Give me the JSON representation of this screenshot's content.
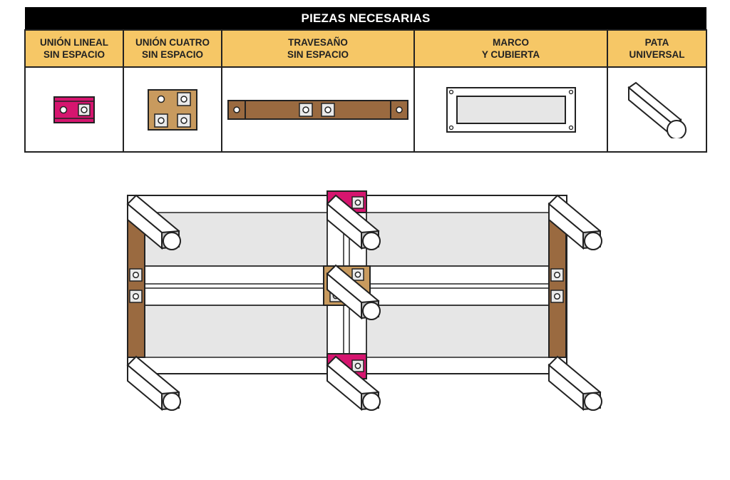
{
  "title": "PIEZAS NECESARIAS",
  "parts": [
    {
      "label": "UNIÓN LINEAL\nSIN ESPACIO",
      "icon": "linear-joint-icon"
    },
    {
      "label": "UNIÓN CUATRO\nSIN ESPACIO",
      "icon": "four-way-joint-icon"
    },
    {
      "label": "TRAVESAÑO\nSIN ESPACIO",
      "icon": "crossbar-icon"
    },
    {
      "label": "MARCO\nY CUBIERTA",
      "icon": "frame-and-cover-icon"
    },
    {
      "label": "PATA\nUNIVERSAL",
      "icon": "universal-leg-icon"
    }
  ],
  "colors": {
    "header_bg": "#000000",
    "part_header_bg": "#f6c766",
    "linear_joint": "#d6156f",
    "four_way_joint": "#c89a5e",
    "crossbar": "#9a6a40",
    "panel": "#e6e6e6"
  }
}
